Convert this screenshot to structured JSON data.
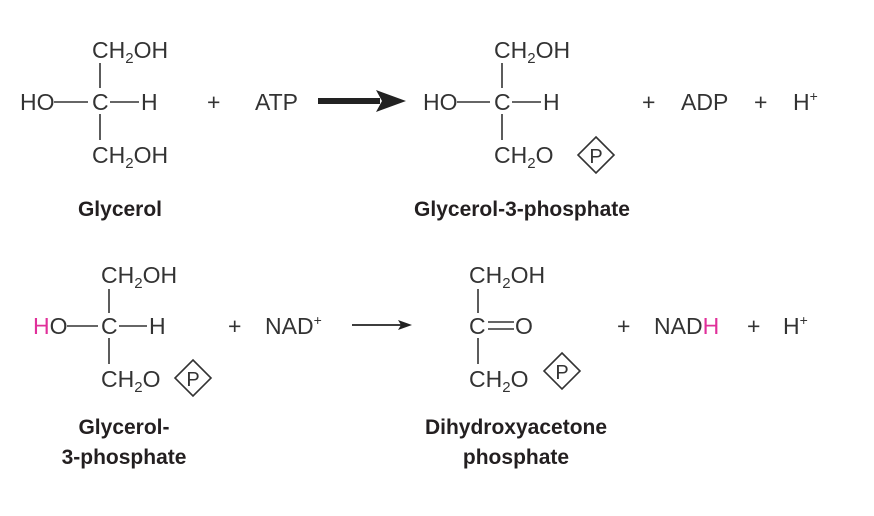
{
  "colors": {
    "text": "#333333",
    "highlight": "#e0309a",
    "label": "#231f20"
  },
  "reaction1": {
    "reactant": {
      "name": "Glycerol",
      "top_group": {
        "main": "CH",
        "sub": "2",
        "tail": "OH"
      },
      "left_group": "HO",
      "center": "C",
      "right_group": "H",
      "bottom_group": {
        "main": "CH",
        "sub": "2",
        "tail": "OH"
      }
    },
    "plus1": "+",
    "cosubstrate": "ATP",
    "arrow": "heavy-arrow-icon",
    "product": {
      "name": "Glycerol-3-phosphate",
      "top_group": {
        "main": "CH",
        "sub": "2",
        "tail": "OH"
      },
      "left_group": "HO",
      "center": "C",
      "right_group": "H",
      "bottom_group": {
        "main": "CH",
        "sub": "2",
        "tail": "O"
      },
      "phosphate": "P"
    },
    "plus2": "+",
    "coproduct": "ADP",
    "plus3": "+",
    "proton": {
      "base": "H",
      "charge": "+"
    }
  },
  "reaction2": {
    "reactant": {
      "name_line1": "Glycerol-",
      "name_line2": "3-phosphate",
      "top_group": {
        "main": "CH",
        "sub": "2",
        "tail": "OH"
      },
      "left_group_highlight": "H",
      "left_group_rest": "O",
      "center": "C",
      "right_group": "H",
      "bottom_group": {
        "main": "CH",
        "sub": "2",
        "tail": "O"
      },
      "phosphate": "P"
    },
    "plus1": "+",
    "cosubstrate": {
      "base": "NAD",
      "charge": "+"
    },
    "arrow": "thin-arrow-icon",
    "product": {
      "name_line1": "Dihydroxyacetone",
      "name_line2": "phosphate",
      "top_group": {
        "main": "CH",
        "sub": "2",
        "tail": "OH"
      },
      "center": "C",
      "double_bond_group": "O",
      "bottom_group": {
        "main": "CH",
        "sub": "2",
        "tail": "O"
      },
      "phosphate": "P"
    },
    "plus2": "+",
    "coproduct": {
      "base": "NAD",
      "highlight": "H"
    },
    "plus3": "+",
    "proton": {
      "base": "H",
      "charge": "+"
    }
  }
}
